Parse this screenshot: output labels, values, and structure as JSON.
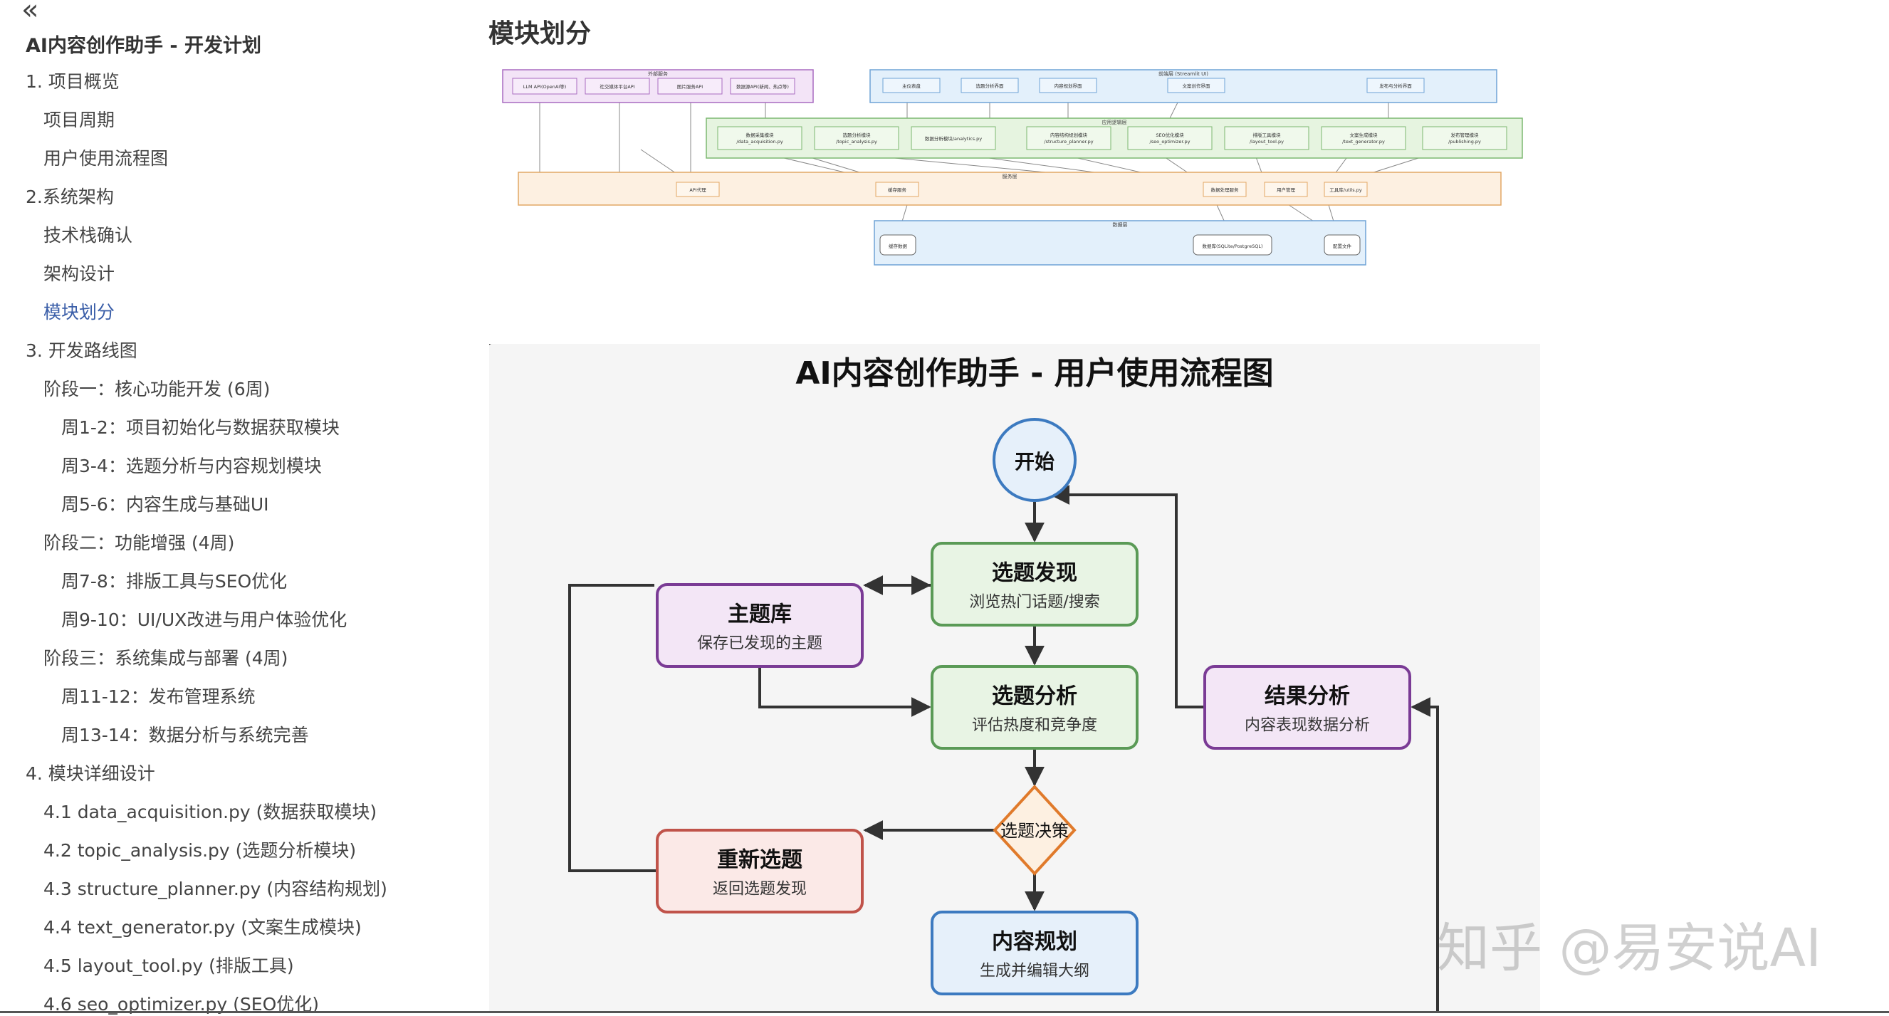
{
  "toc": {
    "collapse_icon": "«",
    "title": "AI内容创作助手 - 开发计划",
    "items": [
      {
        "label": "1. 项目概览",
        "level": 0,
        "active": false
      },
      {
        "label": "项目周期",
        "level": 1,
        "active": false
      },
      {
        "label": "用户使用流程图",
        "level": 1,
        "active": false
      },
      {
        "label": "2.系统架构",
        "level": 0,
        "active": false
      },
      {
        "label": "技术栈确认",
        "level": 1,
        "active": false
      },
      {
        "label": "架构设计",
        "level": 1,
        "active": false
      },
      {
        "label": "模块划分",
        "level": 1,
        "active": true
      },
      {
        "label": "3. 开发路线图",
        "level": 0,
        "active": false
      },
      {
        "label": "阶段一：核心功能开发 (6周)",
        "level": 1,
        "active": false
      },
      {
        "label": "周1-2：项目初始化与数据获取模块",
        "level": 2,
        "active": false
      },
      {
        "label": "周3-4：选题分析与内容规划模块",
        "level": 2,
        "active": false
      },
      {
        "label": "周5-6：内容生成与基础UI",
        "level": 2,
        "active": false
      },
      {
        "label": "阶段二：功能增强 (4周)",
        "level": 1,
        "active": false
      },
      {
        "label": "周7-8：排版工具与SEO优化",
        "level": 2,
        "active": false
      },
      {
        "label": "周9-10：UI/UX改进与用户体验优化",
        "level": 2,
        "active": false
      },
      {
        "label": "阶段三：系统集成与部署 (4周)",
        "level": 1,
        "active": false
      },
      {
        "label": "周11-12：发布管理系统",
        "level": 2,
        "active": false
      },
      {
        "label": "周13-14：数据分析与系统完善",
        "level": 2,
        "active": false
      },
      {
        "label": "4. 模块详细设计",
        "level": 0,
        "active": false
      },
      {
        "label": "4.1 data_acquisition.py (数据获取模块)",
        "level": 1,
        "active": false
      },
      {
        "label": "4.2 topic_analysis.py (选题分析模块)",
        "level": 1,
        "active": false
      },
      {
        "label": "4.3 structure_planner.py (内容结构规划)",
        "level": 1,
        "active": false
      },
      {
        "label": "4.4 text_generator.py (文案生成模块)",
        "level": 1,
        "active": false
      },
      {
        "label": "4.5 layout_tool.py (排版工具)",
        "level": 1,
        "active": false
      },
      {
        "label": "4.6 seo_optimizer.py (SEO优化)",
        "level": 1,
        "active": false
      }
    ]
  },
  "main": {
    "section_heading": "模块划分"
  },
  "arch": {
    "external_label": "外部服务",
    "external": [
      "LLM API(OpenAI等)",
      "社交媒体平台API",
      "图片服务API",
      "数据源API(新闻、热点等)"
    ],
    "ui_label": "前端层 (Streamlit UI)",
    "ui": [
      "主仪表盘",
      "选题分析界面",
      "内容规划界面",
      "文案创作界面",
      "发布与分析界面"
    ],
    "app_label": "应用逻辑层",
    "app": [
      [
        "数据采集模块",
        "/data_acquisition.py"
      ],
      [
        "选题分析模块",
        "/topic_analysis.py"
      ],
      [
        "数据分析模块/analytics.py"
      ],
      [
        "内容结构规划模块",
        "/structure_planner.py"
      ],
      [
        "SEO优化模块",
        "/seo_optimizer.py"
      ],
      [
        "排版工具模块",
        "/layout_tool.py"
      ],
      [
        "文案生成模块",
        "/text_generator.py"
      ],
      [
        "发布管理模块",
        "/publishing.py"
      ]
    ],
    "svc_label": "服务层",
    "svc": [
      "API代理",
      "缓存服务",
      "数据处理服务",
      "用户管理",
      "工具库/utils.py"
    ],
    "data_label": "数据层",
    "data": [
      "缓存数据",
      "数据库(SQLite/PostgreSQL)",
      "配置文件"
    ]
  },
  "flow": {
    "title": "AI内容创作助手 - 用户使用流程图",
    "start": "开始",
    "topic_discovery": {
      "title": "选题发现",
      "desc": "浏览热门话题/搜索"
    },
    "topic_library": {
      "title": "主题库",
      "desc": "保存已发现的主题"
    },
    "topic_analysis": {
      "title": "选题分析",
      "desc": "评估热度和竞争度"
    },
    "result_analysis": {
      "title": "结果分析",
      "desc": "内容表现数据分析"
    },
    "decision": "选题决策",
    "reselect": {
      "title": "重新选题",
      "desc": "返回选题发现"
    },
    "content_planning": {
      "title": "内容规划",
      "desc": "生成并编辑大纲"
    },
    "colors": {
      "green_fill": "#e8f4e4",
      "green_stroke": "#5a9a56",
      "purple_fill": "#f3e6f6",
      "purple_stroke": "#7a3b95",
      "red_fill": "#fbe9e7",
      "red_stroke": "#c0534a",
      "blue_fill": "#e6f0fa",
      "blue_stroke": "#3c7ac0",
      "orange_fill": "#fdf0e1",
      "orange_stroke": "#e07a2b"
    }
  },
  "watermark": "知乎 @易安说AI"
}
